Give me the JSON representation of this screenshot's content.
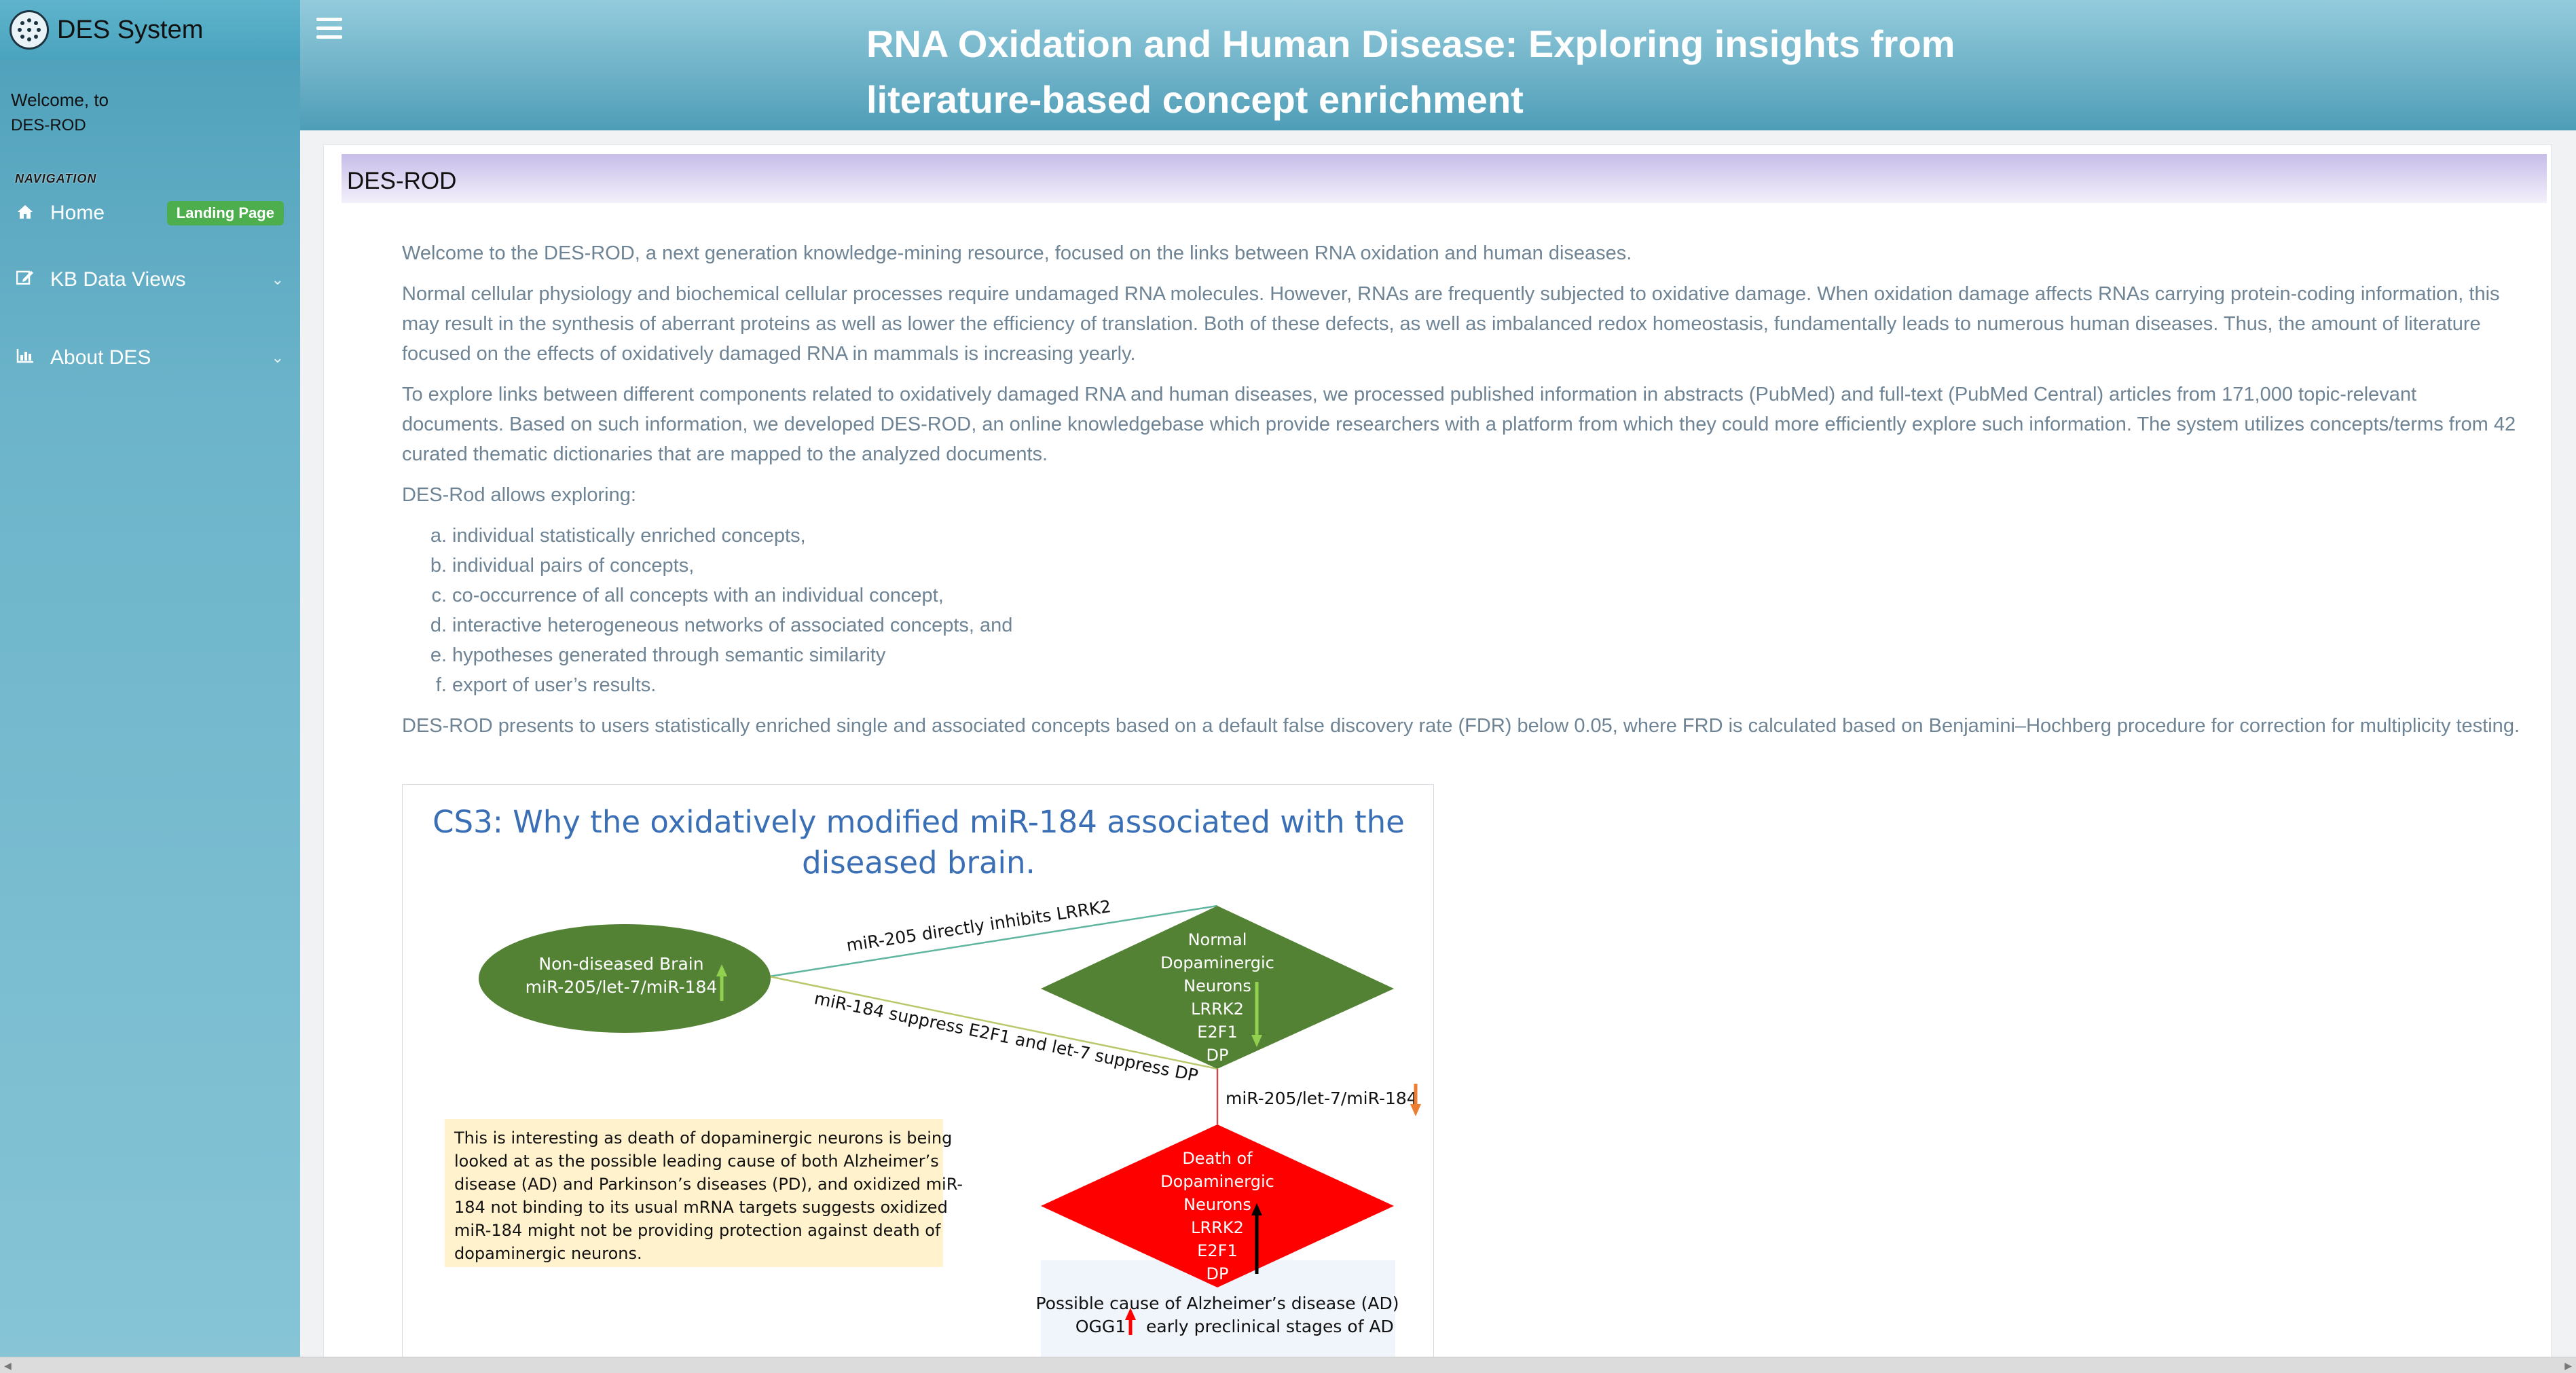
{
  "sidebar": {
    "brand_title": "DES System",
    "welcome_line1": "Welcome, to",
    "welcome_line2": "DES-ROD",
    "nav_header": "NAVIGATION",
    "items": [
      {
        "label": "Home",
        "icon": "home-icon",
        "badge": "Landing Page"
      },
      {
        "label": "KB Data Views",
        "icon": "edit-icon"
      },
      {
        "label": "About DES",
        "icon": "bar-chart-icon"
      }
    ]
  },
  "header": {
    "title_line1": "RNA Oxidation and Human Disease: Exploring insights from",
    "title_line2": "literature-based concept enrichment"
  },
  "main": {
    "section_title": "DES-ROD",
    "paragraphs": [
      "Welcome to the DES-ROD, a next generation knowledge-mining resource, focused on the links between RNA oxidation and human diseases.",
      "Normal cellular physiology and biochemical cellular processes require undamaged RNA molecules. However, RNAs are frequently subjected to oxidative damage. When oxidation damage affects RNAs carrying protein-coding information, this may result in the synthesis of aberrant proteins as well as lower the efficiency of translation. Both of these defects, as well as imbalanced redox homeostasis, fundamentally leads to numerous human diseases. Thus, the amount of literature focused on the effects of oxidatively damaged RNA in mammals is increasing yearly.",
      "To explore links between different components related to oxidatively damaged RNA and human diseases, we processed published information in abstracts (PubMed) and full-text (PubMed Central) articles from 171,000 topic-relevant documents. Based on such information, we developed DES-ROD, an online knowledgebase which provide researchers with a platform from which they could more efficiently explore such information. The system utilizes concepts/terms from 42 curated thematic dictionaries that are mapped to the analyzed documents.",
      "DES-Rod allows exploring:"
    ],
    "list": [
      {
        "marker": "a.",
        "text": "individual statistically enriched concepts,"
      },
      {
        "marker": "b.",
        "text": "individual pairs of concepts,"
      },
      {
        "marker": "c.",
        "text": "co-occurrence of all concepts with an individual concept,"
      },
      {
        "marker": "d.",
        "text": "interactive heterogeneous networks of associated concepts, and"
      },
      {
        "marker": "e.",
        "text": "hypotheses generated through semantic similarity"
      },
      {
        "marker": "f.",
        "text": "export of user’s results."
      }
    ],
    "closing": "DES-ROD presents to users statistically enriched single and associated concepts based on a default false discovery rate (FDR) below 0.05, where FRD is calculated based on Benjamini–Hochberg procedure for correction for multiplicity testing."
  },
  "figure": {
    "title_line1": "CS3: Why the oxidatively modified miR-184 associated with the",
    "title_line2": "diseased brain.",
    "ellipse_line1": "Non-diseased Brain",
    "ellipse_line2": "miR-205/let-7/miR-184",
    "edge_top": "miR-205 directly inhibits LRRK2",
    "edge_bottom": "miR-184 suppress E2F1 and let-7 suppress DP",
    "green_diamond": [
      "Normal",
      "Dopaminergic",
      "Neurons",
      "LRRK2",
      "E2F1",
      "DP"
    ],
    "vertical_edge": "miR-205/let-7/miR-184",
    "red_diamond": [
      "Death of",
      "Dopaminergic",
      "Neurons",
      "LRRK2",
      "E2F1",
      "DP"
    ],
    "note": [
      "This is interesting as death of dopaminergic neurons is being",
      "looked at as the possible leading cause of both Alzheimer’s",
      "disease (AD) and Parkinson’s diseases (PD), and oxidized miR-",
      "184 not binding to its usual mRNA targets suggests oxidized",
      "miR-184 might not be providing protection against death of",
      "dopaminergic neurons."
    ],
    "caption_line1": "Possible cause of Alzheimer’s disease (AD)",
    "caption_ogg": "OGG1",
    "caption_line2": "early preclinical stages of AD",
    "colors": {
      "title": "#3a6fb5",
      "green": "#548235",
      "red": "#ff0000",
      "note_bg": "#fff2cc"
    }
  }
}
